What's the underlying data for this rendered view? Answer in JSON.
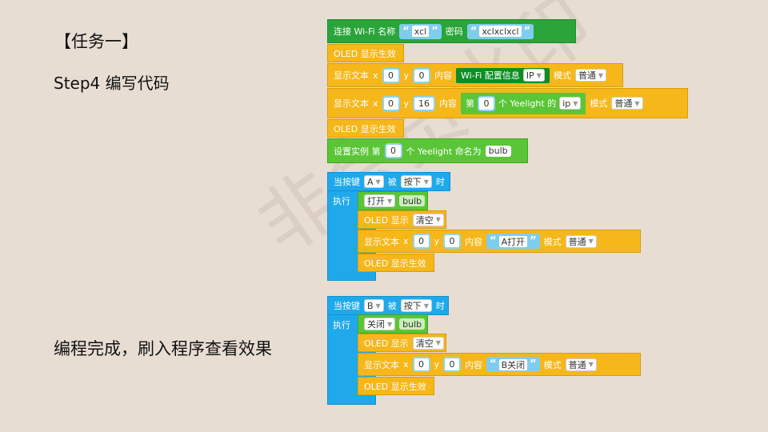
{
  "slide": {
    "title": "【任务一】",
    "step": "Step4  编写代码",
    "done": "编程完成，刷入程序查看效果",
    "watermark": "非会员水印"
  },
  "setup": {
    "wifi_label": "连接 Wi-Fi 名称",
    "wifi_name": "xcl",
    "password_label": "密码",
    "password": "xclxclxcl",
    "oled_apply": "OLED 显示生效",
    "show_text": "显示文本",
    "x": "x",
    "y": "y",
    "content": "内容",
    "mode": "模式",
    "mode_value": "普通",
    "row1_x": "0",
    "row1_y": "0",
    "wifi_info": "Wi-Fi 配置信息",
    "wifi_info_opt": "IP",
    "row2_x": "0",
    "row2_y": "16",
    "nth": "第",
    "nth_value": "0",
    "yeelight_of": "个 Yeelight 的",
    "yeelight_attr": "ip",
    "instance_label": "设置实例 第",
    "instance_value": "0",
    "instance_name_label": "个 Yeelight 命名为",
    "instance_name": "bulb"
  },
  "handler_a": {
    "when": "当按键",
    "key": "A",
    "by": "被",
    "action": "按下",
    "time": "时",
    "exec": "执行",
    "op": "打开",
    "target": "bulb",
    "oled_show": "OLED 显示",
    "clear": "清空",
    "show_text": "显示文本",
    "x": "x",
    "x_value": "0",
    "y": "y",
    "y_value": "0",
    "content": "内容",
    "text": "A打开",
    "mode": "模式",
    "mode_value": "普通",
    "oled_apply": "OLED 显示生效"
  },
  "handler_b": {
    "when": "当按键",
    "key": "B",
    "by": "被",
    "action": "按下",
    "time": "时",
    "exec": "执行",
    "op": "关闭",
    "target": "bulb",
    "oled_show": "OLED 显示",
    "clear": "清空",
    "show_text": "显示文本",
    "x": "x",
    "x_value": "0",
    "y": "y",
    "y_value": "0",
    "content": "内容",
    "text": "B关闭",
    "mode": "模式",
    "mode_value": "普通",
    "oled_apply": "OLED 显示生效"
  },
  "colors": {
    "background": "#e8ddd3",
    "wifi_block": "#2aa53a",
    "oled_block": "#f6b71b",
    "event_block": "#1fa9eb",
    "yeelight_block": "#5ac536"
  }
}
